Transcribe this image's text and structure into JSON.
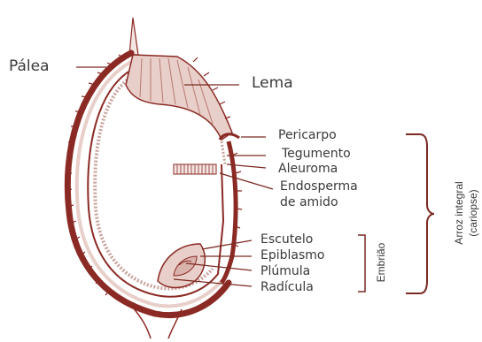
{
  "labels": {
    "palea": "Pálea",
    "lema": "Lema",
    "pericarpo": "Pericarpo",
    "tegumento": "Tegumento",
    "aleuroma": "Aleuroma",
    "endosperma_1": "Endosperma",
    "endosperma_2": "de amido",
    "escutelo": "Escutelo",
    "epiblasmo": "Epiblasmo",
    "plumula": "Plúmula",
    "radicula": "Radícula"
  },
  "groups": {
    "embriao": "Embrião",
    "arroz_integral": "Arroz integral",
    "cariopse": "(cariopse)"
  },
  "colors": {
    "husk": "#8b2a24",
    "husk_fill": "#e8cfc9",
    "line": "#7a2a22",
    "text": "#3a3a3a"
  }
}
